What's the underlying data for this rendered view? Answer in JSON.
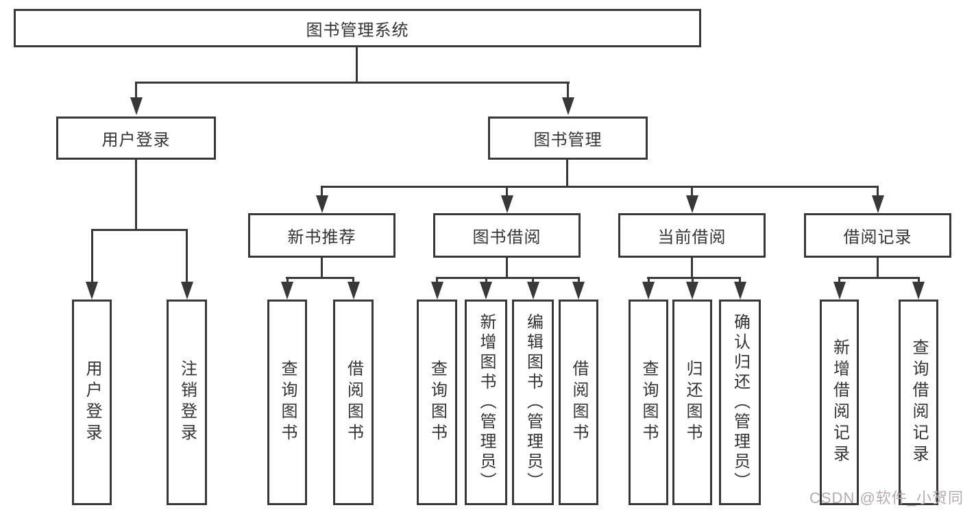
{
  "diagram": {
    "root": {
      "label": "图书管理系统"
    },
    "level2": [
      {
        "label": "用户登录"
      },
      {
        "label": "图书管理"
      }
    ],
    "level3": [
      {
        "label": "新书推荐"
      },
      {
        "label": "图书借阅"
      },
      {
        "label": "当前借阅"
      },
      {
        "label": "借阅记录"
      }
    ],
    "groups": [
      {
        "parent": "用户登录",
        "items": [
          "用户登录",
          "注销登录"
        ]
      },
      {
        "parent": "新书推荐",
        "items": [
          "查询图书",
          "借阅图书"
        ]
      },
      {
        "parent": "图书借阅",
        "items": [
          "查询图书",
          "新增图书（管理员）",
          "编辑图书（管理员）",
          "借阅图书"
        ]
      },
      {
        "parent": "当前借阅",
        "items": [
          "查询图书",
          "归还图书",
          "确认归还（管理员）"
        ]
      },
      {
        "parent": "借阅记录",
        "items": [
          "新增借阅记录",
          "查询借阅记录"
        ]
      }
    ],
    "colors": {
      "line": "#383838",
      "text": "#333333",
      "box_background": "#ffffff"
    }
  },
  "watermark": {
    "text": "CSDN @软件_小贺同学",
    "color": "#b3adad"
  }
}
